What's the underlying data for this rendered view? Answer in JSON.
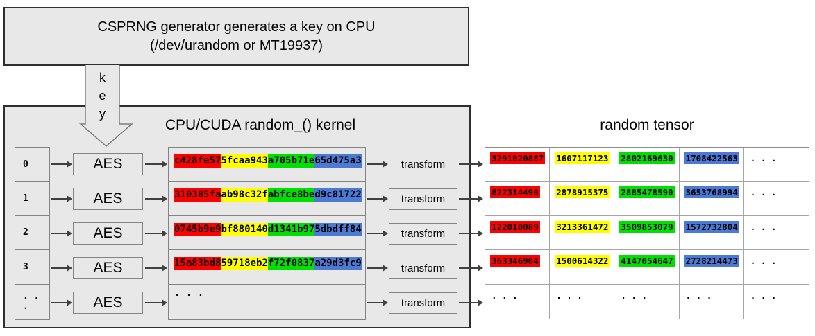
{
  "colors": {
    "red": "#ff0000",
    "yellow": "#ffff00",
    "green": "#00e000",
    "blue": "#4a7ad4"
  },
  "header": {
    "line1": "CSPRNG generator generates a key on CPU",
    "line2": "(/dev/urandom or MT19937)"
  },
  "key_arrow": {
    "letters": [
      "k",
      "e",
      "y"
    ]
  },
  "kernel": {
    "title": "CPU/CUDA random_() kernel",
    "aes_label": "AES",
    "transform_label": "transform",
    "dots": ". . .",
    "rows": [
      {
        "counter": "0",
        "hex": [
          "c428fe57",
          "5fcaa943",
          "a705b71e",
          "65d475a3"
        ]
      },
      {
        "counter": "1",
        "hex": [
          "310385fa",
          "ab98c32f",
          "abfce8be",
          "d9c81722"
        ]
      },
      {
        "counter": "2",
        "hex": [
          "0745b9e9",
          "bf880140",
          "d1341b97",
          "5dbdff84"
        ]
      },
      {
        "counter": "3",
        "hex": [
          "15a83bd8",
          "59718eb2",
          "f72f0837",
          "a29d3fc9"
        ]
      }
    ]
  },
  "tensor": {
    "title": "random tensor",
    "rows": [
      [
        "3291020887",
        "1607117123",
        "2802169630",
        "1708422563",
        ". . ."
      ],
      [
        "822314490",
        "2878915375",
        "2885478590",
        "3653768994",
        ". . ."
      ],
      [
        "122010089",
        "3213361472",
        "3509853079",
        "1572732804",
        ". . ."
      ],
      [
        "363346904",
        "1500614322",
        "4147054647",
        "2728214473",
        ". . ."
      ],
      [
        ". . .",
        ". . .",
        ". . .",
        ". . .",
        ". . ."
      ]
    ]
  }
}
